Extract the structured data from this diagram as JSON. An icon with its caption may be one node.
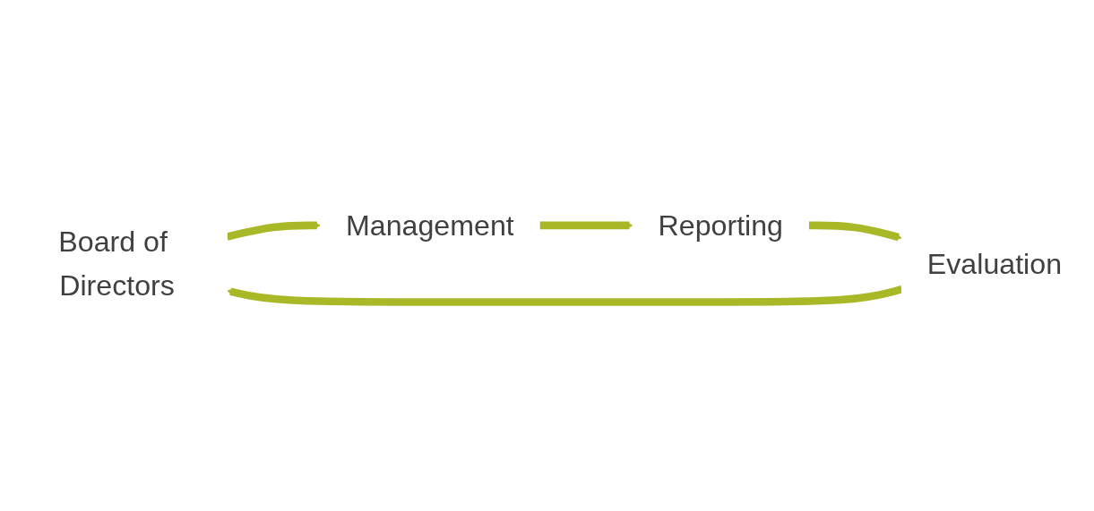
{
  "diagram": {
    "nodes": [
      {
        "text": [
          "Board of Directors"
        ]
      },
      {
        "text": [
          "Management"
        ]
      },
      {
        "text": [
          "Reporting"
        ]
      },
      {
        "text": [
          "Evaluation"
        ]
      }
    ],
    "edges": [
      {
        "from": 0,
        "to": 1,
        "arrow": "to"
      },
      {
        "from": 1,
        "to": 2,
        "arrow": "to"
      },
      {
        "from": 2,
        "to": 3,
        "arrow": "to"
      },
      {
        "from": 3,
        "to": 0,
        "arrow": "to"
      }
    ]
  }
}
